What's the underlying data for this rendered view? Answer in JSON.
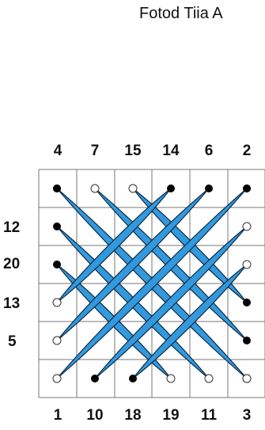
{
  "credit": "Fotod Tiia A",
  "colors": {
    "thread": "#3399dd",
    "thread_edge": "#0e2b45",
    "grid": "#777777"
  },
  "top_numbers": [
    "4",
    "7",
    "15",
    "14",
    "6",
    "2"
  ],
  "bottom_numbers": [
    "1",
    "10",
    "18",
    "19",
    "11",
    "3"
  ],
  "left_numbers": [
    "12",
    "20",
    "13",
    "5"
  ],
  "top_dots": [
    "filled",
    "open",
    "open",
    "filled",
    "filled",
    "filled"
  ],
  "bottom_dots": [
    "open",
    "filled",
    "filled",
    "open",
    "open",
    "open"
  ],
  "left_dots": [
    "filled",
    "filled",
    "filled",
    "open",
    "open"
  ],
  "right_dots": [
    "filled",
    "open",
    "open",
    "filled",
    "filled",
    "open"
  ]
}
